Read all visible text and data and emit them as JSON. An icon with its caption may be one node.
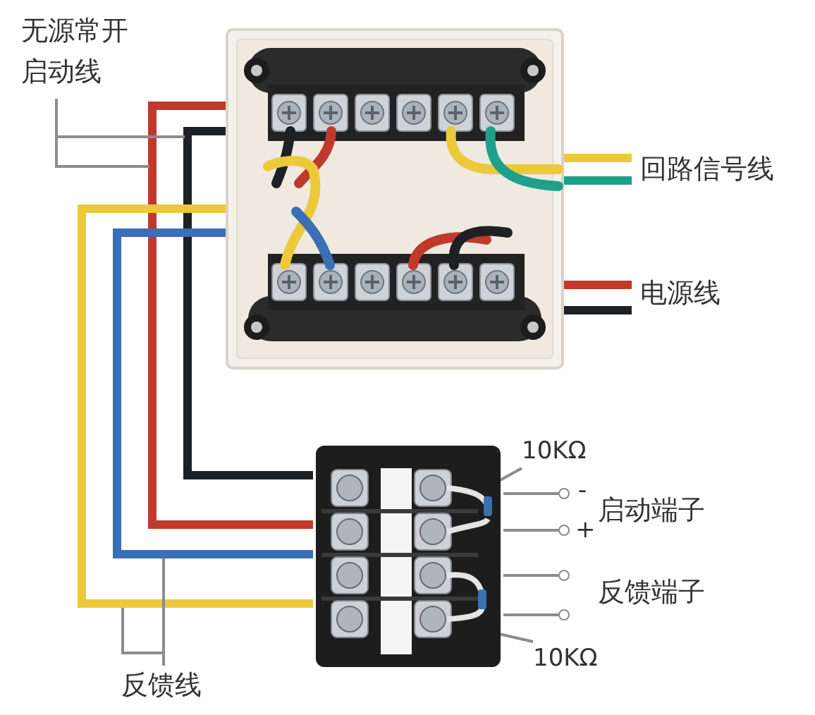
{
  "diagram": {
    "nodes": [
      {
        "text": [
          "无源常开启动线"
        ]
      },
      {
        "text": [],
        "shape": "picture"
      },
      {
        "text": [],
        "shape": "picture"
      },
      {
        "text": [
          "回路信号线"
        ]
      },
      {
        "text": [
          "电源线"
        ]
      },
      {
        "text": [
          "10KΩ"
        ]
      },
      {
        "text": [
          "10KΩ"
        ]
      },
      {
        "text": [
          "反馈线"
        ]
      },
      {
        "text": [],
        "shape": "circle",
        "beside": [
          "-"
        ]
      },
      {
        "text": [],
        "shape": "circle",
        "beside": [
          "+"
        ]
      },
      {
        "text": [],
        "shape": "circle"
      },
      {
        "text": [],
        "shape": "circle"
      }
    ],
    "edges": [
      {
        "from": 1,
        "to": 2,
        "arrow": "none",
        "style": "thick",
        "color": "#c0392b"
      },
      {
        "from": 1,
        "to": 2,
        "arrow": "none",
        "style": "thick",
        "color": "#1e2124"
      },
      {
        "from": 1,
        "to": 2,
        "arrow": "none",
        "style": "thick",
        "color": "#ecc93a"
      },
      {
        "from": 1,
        "to": 2,
        "arrow": "none",
        "style": "thick",
        "color": "#3b6fb6"
      },
      {
        "from": 1,
        "to": 3,
        "arrow": "none",
        "style": "thick",
        "color": "#ecc93a"
      },
      {
        "from": 1,
        "to": 3,
        "arrow": "none",
        "style": "thick",
        "color": "#1fa08a"
      },
      {
        "from": 1,
        "to": 4,
        "arrow": "none",
        "style": "thick",
        "color": "#c0392b"
      },
      {
        "from": 1,
        "to": 4,
        "arrow": "none",
        "style": "thick",
        "color": "#1e2124"
      },
      {
        "from": 0,
        "to": null,
        "arrow": "none"
      },
      {
        "from": 0,
        "to": null,
        "arrow": "none"
      },
      {
        "from": 7,
        "to": null,
        "arrow": "none"
      },
      {
        "from": 7,
        "to": null,
        "arrow": "none"
      },
      {
        "from": 2,
        "to": 8,
        "arrow": "none"
      },
      {
        "from": 2,
        "to": 9,
        "arrow": "none"
      },
      {
        "from": 2,
        "to": 10,
        "arrow": "none"
      },
      {
        "from": 2,
        "to": 11,
        "arrow": "none"
      },
      {
        "from": 5,
        "to": 2,
        "arrow": "none"
      },
      {
        "from": 6,
        "to": 2,
        "arrow": "none"
      }
    ],
    "labels": [
      "启动端子",
      "反馈端子"
    ]
  }
}
